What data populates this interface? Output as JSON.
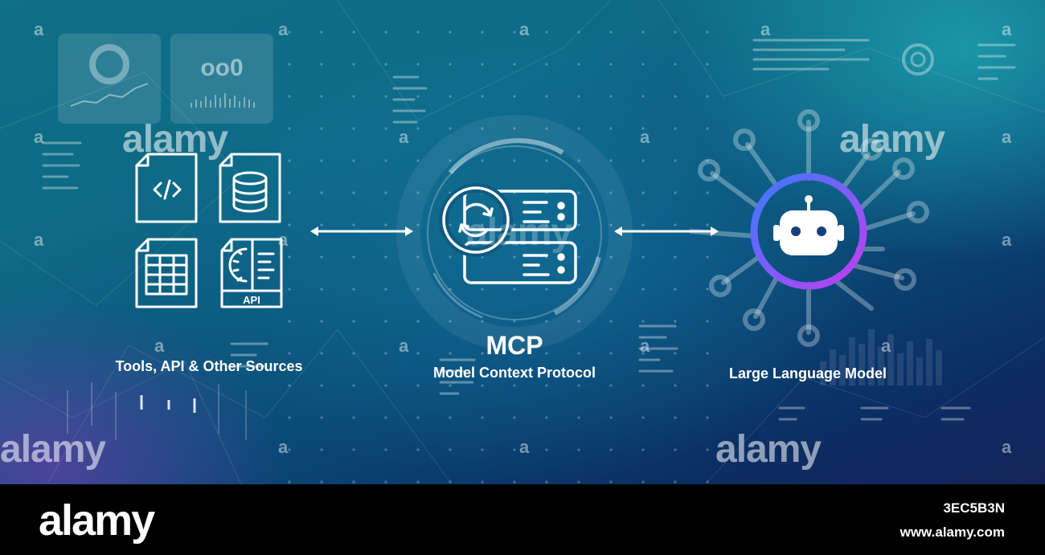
{
  "diagram": {
    "left": {
      "label": "Tools, API & Other Sources",
      "api_badge": "API"
    },
    "center": {
      "title": "MCP",
      "subtitle": "Model Context Protocol"
    },
    "right": {
      "label": "Large Language Model"
    },
    "counter_widget": "oo0"
  },
  "watermark": {
    "text": "alamy",
    "mark": "a"
  },
  "footer": {
    "logo": "alamy",
    "image_id": "3EC5B3N",
    "url": "www.alamy.com"
  },
  "colors": {
    "ring_start": "#3b7bff",
    "ring_end": "#c23cf0",
    "icon_stroke": "#ffffff"
  }
}
